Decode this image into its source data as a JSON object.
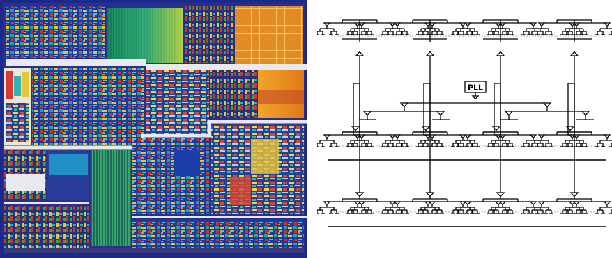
{
  "left_panel": {
    "kind": "processor die photograph",
    "colors": {
      "frame": "#1b2a8a",
      "bus_strip": "#e8e8f0",
      "cache_green_start": "#0d7f55",
      "cache_green_end": "#d8e23a",
      "cache_orange": "#e9871f",
      "logic_blue": "#1d3a9e",
      "logic_teal": "#21a2a6",
      "logic_red": "#d3322b",
      "logic_yellow": "#e7c53a"
    }
  },
  "right_panel": {
    "kind": "clock distribution tree",
    "pll_label": "PLL",
    "colors": {
      "wire": "#000000",
      "guide_line": "#9a9a9a",
      "background": "#ffffff"
    }
  }
}
